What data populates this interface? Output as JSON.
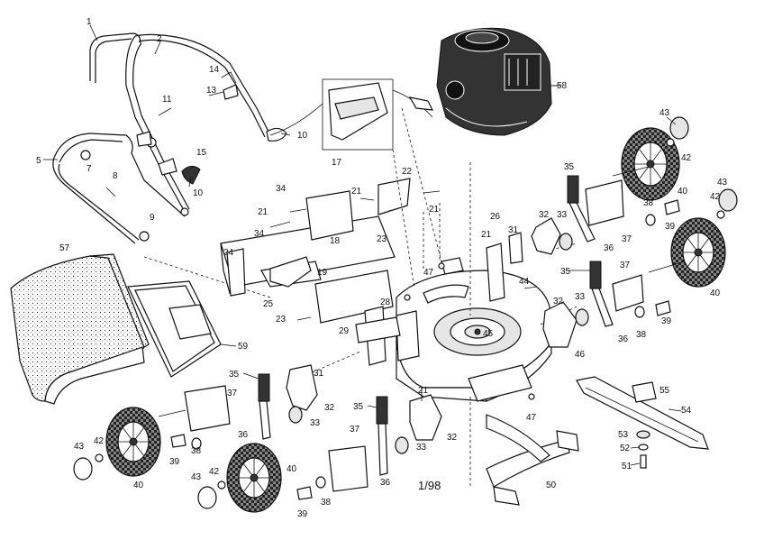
{
  "diagram": {
    "drawing_code": "1/98",
    "part_labels": [
      {
        "id": "p1",
        "text": "1"
      },
      {
        "id": "p2",
        "text": "2"
      },
      {
        "id": "p5",
        "text": "5"
      },
      {
        "id": "p7",
        "text": "7"
      },
      {
        "id": "p8",
        "text": "8"
      },
      {
        "id": "p9",
        "text": "9"
      },
      {
        "id": "p10a",
        "text": "10"
      },
      {
        "id": "p10b",
        "text": "10"
      },
      {
        "id": "p11",
        "text": "11"
      },
      {
        "id": "p13",
        "text": "13"
      },
      {
        "id": "p14",
        "text": "14"
      },
      {
        "id": "p15",
        "text": "15"
      },
      {
        "id": "p17",
        "text": "17"
      },
      {
        "id": "p18",
        "text": "18"
      },
      {
        "id": "p19",
        "text": "19"
      },
      {
        "id": "p21a",
        "text": "21"
      },
      {
        "id": "p21b",
        "text": "21"
      },
      {
        "id": "p21c",
        "text": "21"
      },
      {
        "id": "p21d",
        "text": "21"
      },
      {
        "id": "p21e",
        "text": "21"
      },
      {
        "id": "p22",
        "text": "22"
      },
      {
        "id": "p23a",
        "text": "23"
      },
      {
        "id": "p23b",
        "text": "23"
      },
      {
        "id": "p24",
        "text": "24"
      },
      {
        "id": "p25",
        "text": "25"
      },
      {
        "id": "p26",
        "text": "26"
      },
      {
        "id": "p28",
        "text": "28"
      },
      {
        "id": "p29",
        "text": "29"
      },
      {
        "id": "p31a",
        "text": "31"
      },
      {
        "id": "p31b",
        "text": "31"
      },
      {
        "id": "p32a",
        "text": "32"
      },
      {
        "id": "p32b",
        "text": "32"
      },
      {
        "id": "p32c",
        "text": "32"
      },
      {
        "id": "p32d",
        "text": "32"
      },
      {
        "id": "p33a",
        "text": "33"
      },
      {
        "id": "p33b",
        "text": "33"
      },
      {
        "id": "p33c",
        "text": "33"
      },
      {
        "id": "p33d",
        "text": "33"
      },
      {
        "id": "p34a",
        "text": "34"
      },
      {
        "id": "p34b",
        "text": "34"
      },
      {
        "id": "p35a",
        "text": "35"
      },
      {
        "id": "p35b",
        "text": "35"
      },
      {
        "id": "p35c",
        "text": "35"
      },
      {
        "id": "p35d",
        "text": "35"
      },
      {
        "id": "p36a",
        "text": "36"
      },
      {
        "id": "p36b",
        "text": "36"
      },
      {
        "id": "p36c",
        "text": "36"
      },
      {
        "id": "p36d",
        "text": "36"
      },
      {
        "id": "p37a",
        "text": "37"
      },
      {
        "id": "p37b",
        "text": "37"
      },
      {
        "id": "p37c",
        "text": "37"
      },
      {
        "id": "p37d",
        "text": "37"
      },
      {
        "id": "p38a",
        "text": "38"
      },
      {
        "id": "p38b",
        "text": "38"
      },
      {
        "id": "p38c",
        "text": "38"
      },
      {
        "id": "p38d",
        "text": "38"
      },
      {
        "id": "p39a",
        "text": "39"
      },
      {
        "id": "p39b",
        "text": "39"
      },
      {
        "id": "p39c",
        "text": "39"
      },
      {
        "id": "p39d",
        "text": "39"
      },
      {
        "id": "p40a",
        "text": "40"
      },
      {
        "id": "p40b",
        "text": "40"
      },
      {
        "id": "p40c",
        "text": "40"
      },
      {
        "id": "p40d",
        "text": "40"
      },
      {
        "id": "p42a",
        "text": "42"
      },
      {
        "id": "p42b",
        "text": "42"
      },
      {
        "id": "p42c",
        "text": "42"
      },
      {
        "id": "p42d",
        "text": "42"
      },
      {
        "id": "p43a",
        "text": "43"
      },
      {
        "id": "p43b",
        "text": "43"
      },
      {
        "id": "p43c",
        "text": "43"
      },
      {
        "id": "p43d",
        "text": "43"
      },
      {
        "id": "p44",
        "text": "44"
      },
      {
        "id": "p45",
        "text": "45"
      },
      {
        "id": "p46",
        "text": "46"
      },
      {
        "id": "p47a",
        "text": "47"
      },
      {
        "id": "p47b",
        "text": "47"
      },
      {
        "id": "p50",
        "text": "50"
      },
      {
        "id": "p51",
        "text": "51"
      },
      {
        "id": "p52",
        "text": "52"
      },
      {
        "id": "p53",
        "text": "53"
      },
      {
        "id": "p54",
        "text": "54"
      },
      {
        "id": "p55",
        "text": "55"
      },
      {
        "id": "p57",
        "text": "57"
      },
      {
        "id": "p58",
        "text": "58"
      },
      {
        "id": "p59",
        "text": "59"
      }
    ]
  }
}
